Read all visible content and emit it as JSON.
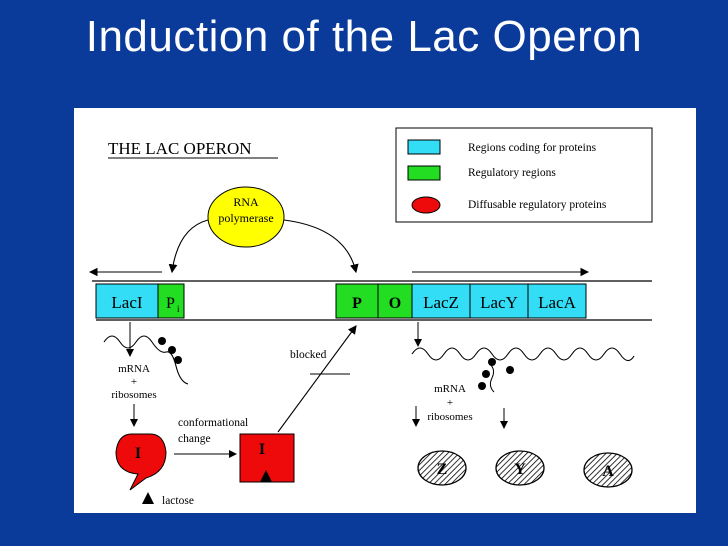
{
  "slide": {
    "title": "Induction of the Lac Operon"
  },
  "diagram": {
    "heading": "THE LAC OPERON",
    "legend": {
      "coding": "Regions coding for proteins",
      "regulatory": "Regulatory regions",
      "diffusable": "Diffusable regulatory proteins"
    },
    "rna_polymerase": [
      "RNA",
      "polymerase"
    ],
    "genes": {
      "lacI": "LacI",
      "pi": "P",
      "pi_sub": "i",
      "p": "P",
      "o": "O",
      "lacZ": "LacZ",
      "lacY": "LacY",
      "lacA": "LacA"
    },
    "labels": {
      "mrna_left": [
        "mRNA",
        "+",
        "ribosomes"
      ],
      "mrna_right": [
        "mRNA",
        "+",
        "ribosomes"
      ],
      "conformational": [
        "conformational",
        "change"
      ],
      "blocked": "blocked",
      "lactose": "lactose",
      "repressor_i": "I",
      "repressor_i2": "I",
      "enz_z": "Z",
      "enz_y": "Y",
      "enz_a": "A"
    },
    "colors": {
      "coding": "#33ddf5",
      "regulatory": "#22dd22",
      "protein": "#ee0a0a",
      "polymerase": "#ffff00"
    }
  }
}
